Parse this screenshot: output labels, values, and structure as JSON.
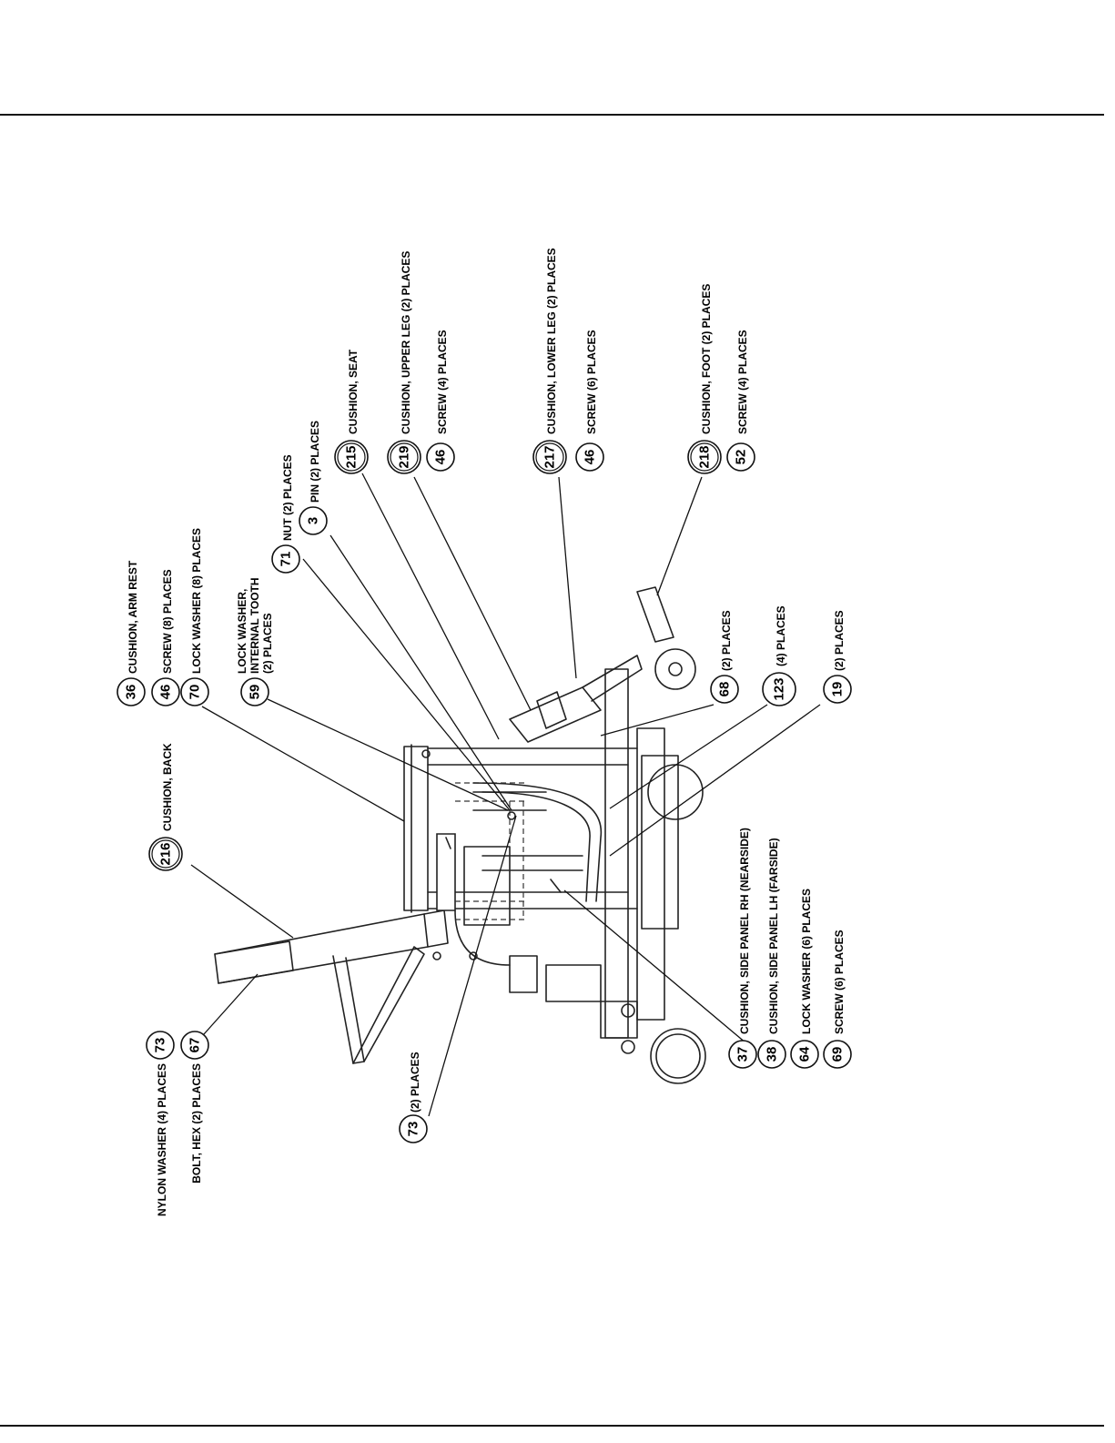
{
  "callouts": [
    {
      "id": "c36",
      "num": "36",
      "text": "CUSHION, ARM REST",
      "double": false
    },
    {
      "id": "c46a",
      "num": "46",
      "text": "SCREW (8) PLACES",
      "double": false
    },
    {
      "id": "c70",
      "num": "70",
      "text": "LOCK WASHER (8) PLACES",
      "double": false
    },
    {
      "id": "c59",
      "num": "59",
      "text": "",
      "double": false
    },
    {
      "id": "c71",
      "num": "71",
      "text": "NUT (2) PLACES",
      "double": false
    },
    {
      "id": "c3",
      "num": "3",
      "text": "PIN (2) PLACES",
      "double": false
    },
    {
      "id": "c215",
      "num": "215",
      "text": "CUSHION, SEAT",
      "double": true
    },
    {
      "id": "c219",
      "num": "219",
      "text": "CUSHION, UPPER LEG (2) PLACES",
      "double": true
    },
    {
      "id": "c46b",
      "num": "46",
      "text": "SCREW (4) PLACES",
      "double": false
    },
    {
      "id": "c217",
      "num": "217",
      "text": "CUSHION, LOWER LEG (2) PLACES",
      "double": true
    },
    {
      "id": "c46c",
      "num": "46",
      "text": "SCREW (6) PLACES",
      "double": false
    },
    {
      "id": "c218",
      "num": "218",
      "text": "CUSHION, FOOT (2) PLACES",
      "double": true
    },
    {
      "id": "c52",
      "num": "52",
      "text": "SCREW (4) PLACES",
      "double": false
    },
    {
      "id": "c216",
      "num": "216",
      "text": "CUSHION, BACK",
      "double": true
    },
    {
      "id": "c68",
      "num": "68",
      "text": "(2) PLACES",
      "double": false
    },
    {
      "id": "c123",
      "num": "123",
      "text": "(4) PLACES",
      "double": false
    },
    {
      "id": "c19",
      "num": "19",
      "text": "(2) PLACES",
      "double": false
    },
    {
      "id": "c37",
      "num": "37",
      "text": "CUSHION, SIDE PANEL RH (NEARSIDE)",
      "double": false
    },
    {
      "id": "c38",
      "num": "38",
      "text": "CUSHION, SIDE PANEL LH (FARSIDE)",
      "double": false
    },
    {
      "id": "c64",
      "num": "64",
      "text": "LOCK WASHER (6) PLACES",
      "double": false
    },
    {
      "id": "c69",
      "num": "69",
      "text": "SCREW (6) PLACES",
      "double": false
    },
    {
      "id": "c73a",
      "num": "73",
      "text": "NYLON WASHER (4) PLACES",
      "double": false
    },
    {
      "id": "c67",
      "num": "67",
      "text": "BOLT, HEX (2) PLACES",
      "double": false
    },
    {
      "id": "c73b",
      "num": "73",
      "text": "(2) PLACES",
      "double": false
    }
  ],
  "lock_washer_59_lines": [
    "LOCK WASHER,",
    "INTERNAL TOOTH",
    "(2) PLACES"
  ]
}
